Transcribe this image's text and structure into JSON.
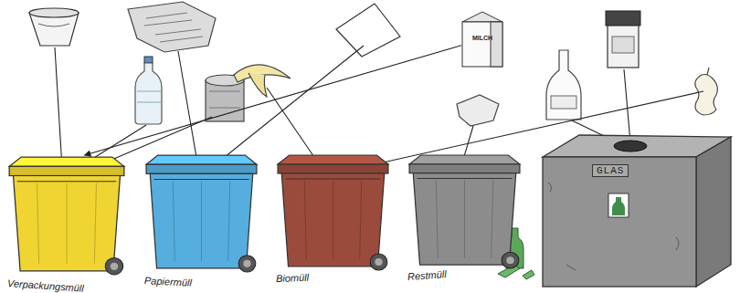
{
  "diagram": {
    "nodes": [
      {
        "text": [
          "Verpackungsmüll"
        ]
      },
      {
        "text": [
          "Papiermüll"
        ]
      },
      {
        "text": [
          "Biomüll"
        ]
      },
      {
        "text": [
          "Restmüll"
        ]
      },
      {
        "text": [
          "GLAS"
        ]
      },
      {
        "text": [
          "MILCH"
        ]
      }
    ],
    "edges": [
      {
        "from": 5,
        "to": 0,
        "arrow": "to"
      }
    ]
  }
}
